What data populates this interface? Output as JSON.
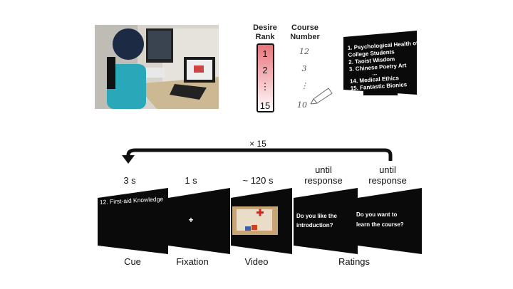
{
  "rank_header": [
    "Desire",
    "Rank"
  ],
  "course_header": [
    "Course",
    "Number"
  ],
  "rank_values": [
    "1",
    "2",
    "⋮",
    "15"
  ],
  "course_values": [
    "12",
    "3",
    "⋮",
    "10"
  ],
  "course_list": [
    "1. Psychological Health of",
    "College Students",
    "2. Taoist Wisdom",
    "3. Chinese Poetry Art",
    "...",
    "14. Medical Ethics",
    "15. Fantastic Bionics"
  ],
  "repeat_label": "× 15",
  "trial": [
    {
      "timing": [
        "",
        "3 s"
      ],
      "screen_text": [
        "12. First-aid Knowledge"
      ],
      "label": "Cue"
    },
    {
      "timing": [
        "",
        "1 s"
      ],
      "screen_text": [
        "+"
      ],
      "label": "Fixation"
    },
    {
      "timing": [
        "",
        "~ 120 s"
      ],
      "screen_text": [],
      "label": "Video"
    },
    {
      "timing": [
        "until",
        "response"
      ],
      "screen_text": [
        "Do you like the",
        "introduction?"
      ],
      "label": ""
    },
    {
      "timing": [
        "until",
        "response"
      ],
      "screen_text": [
        "Do you want to",
        "learn the course?"
      ],
      "label": ""
    }
  ],
  "ratings_label": "Ratings",
  "colors": {
    "rank_gradient_top": "#e8737a",
    "screen": "#0a0a0a"
  }
}
